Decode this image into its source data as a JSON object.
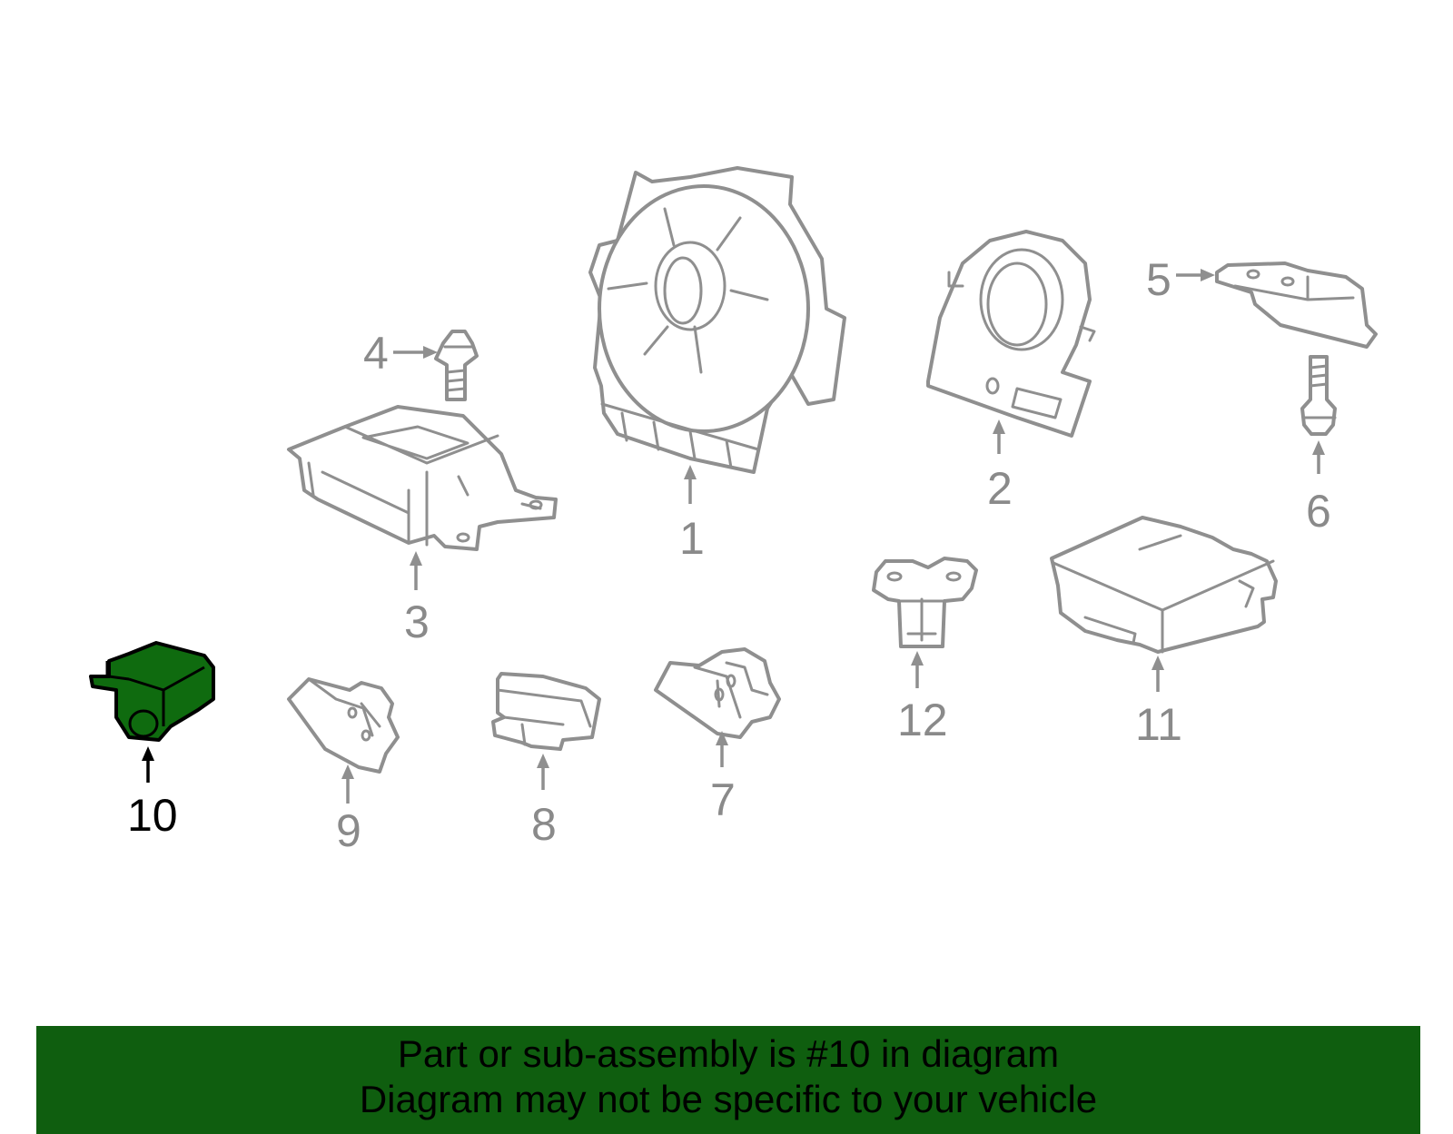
{
  "diagram": {
    "labels": [
      "1",
      "2",
      "3",
      "4",
      "5",
      "6",
      "7",
      "8",
      "9",
      "10",
      "11",
      "12"
    ],
    "selected_part": "10",
    "highlight_color": "#0f6b0f"
  },
  "banner": {
    "line1": "Part or sub-assembly is #10 in diagram",
    "line2": "Diagram may not be specific to your vehicle",
    "background": "#0f5e0f"
  }
}
